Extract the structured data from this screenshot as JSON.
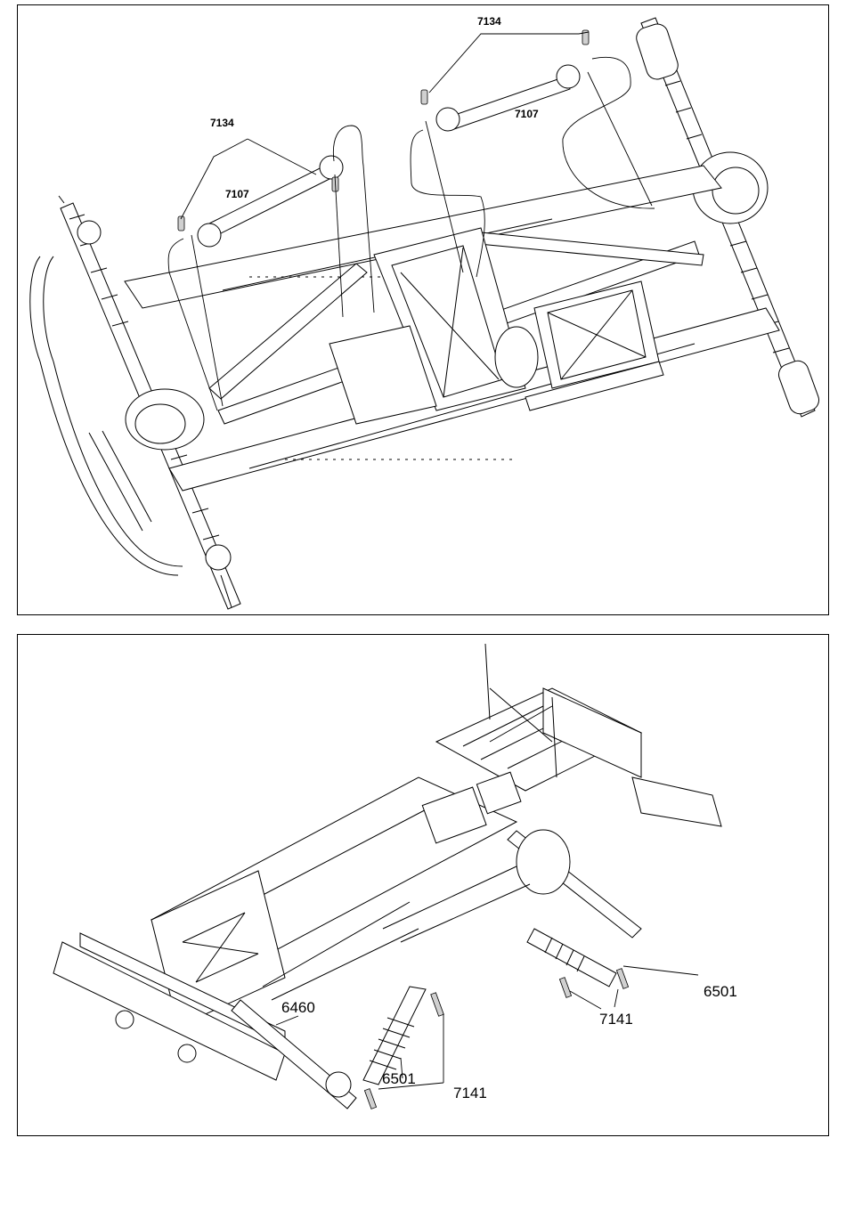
{
  "top_panel": {
    "callouts": {
      "screw_front": "7134",
      "shaft_front": "7107",
      "screw_rear": "7134",
      "shaft_rear": "7107"
    }
  },
  "bottom_panel": {
    "callouts": {
      "link_mount": "6460",
      "shock_front": "6501",
      "screw_front": "7141",
      "shock_rear": "6501",
      "screw_rear": "7141"
    }
  }
}
